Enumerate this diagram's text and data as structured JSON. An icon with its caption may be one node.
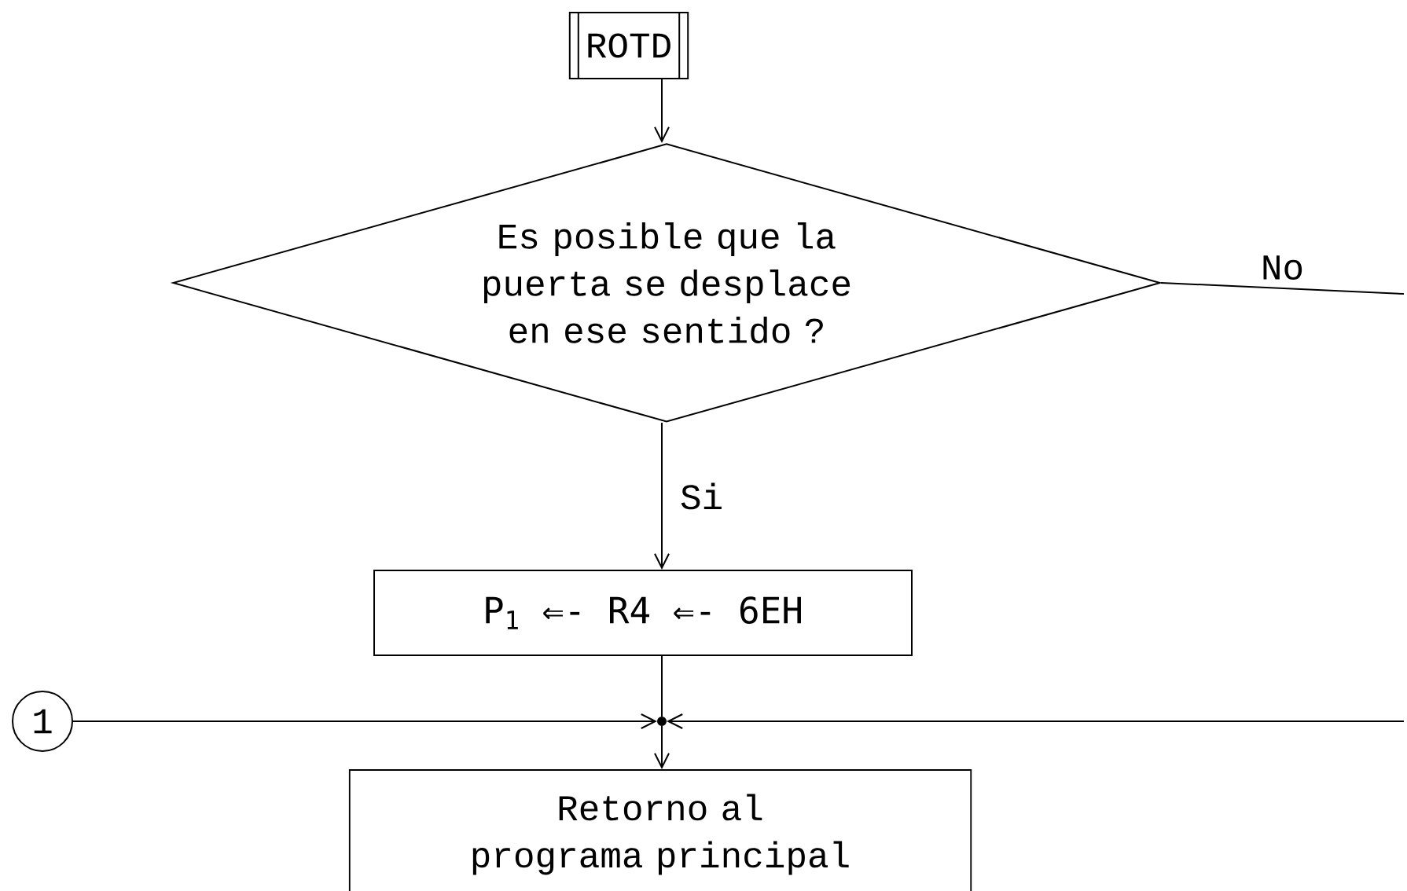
{
  "diagram": {
    "nodes": [
      {
        "text": [
          "ROTD"
        ]
      },
      {
        "text": [
          "Es posible que la puerta se desplace en ese sentido ?"
        ]
      },
      {
        "text": [
          "P$_{1}$ ⇐- R4 ⇐- 6EH"
        ]
      },
      {
        "text": [
          "1"
        ]
      },
      {
        "text": [],
        "shape": "circle"
      },
      {
        "text": [
          "Retorno al programa principal"
        ]
      }
    ],
    "edges": [
      {
        "from": 0,
        "to": 1,
        "arrow": "to"
      },
      {
        "from": 1,
        "to": 2,
        "arrow": "to",
        "label": "Si"
      },
      {
        "from": 1,
        "to": null,
        "arrow": "none",
        "label": "No"
      },
      {
        "from": 2,
        "to": 4,
        "arrow": "none"
      },
      {
        "from": 3,
        "to": 4,
        "arrow": "to"
      },
      {
        "from": null,
        "to": 4,
        "arrow": "to"
      },
      {
        "from": 4,
        "to": 5,
        "arrow": "to"
      }
    ]
  }
}
